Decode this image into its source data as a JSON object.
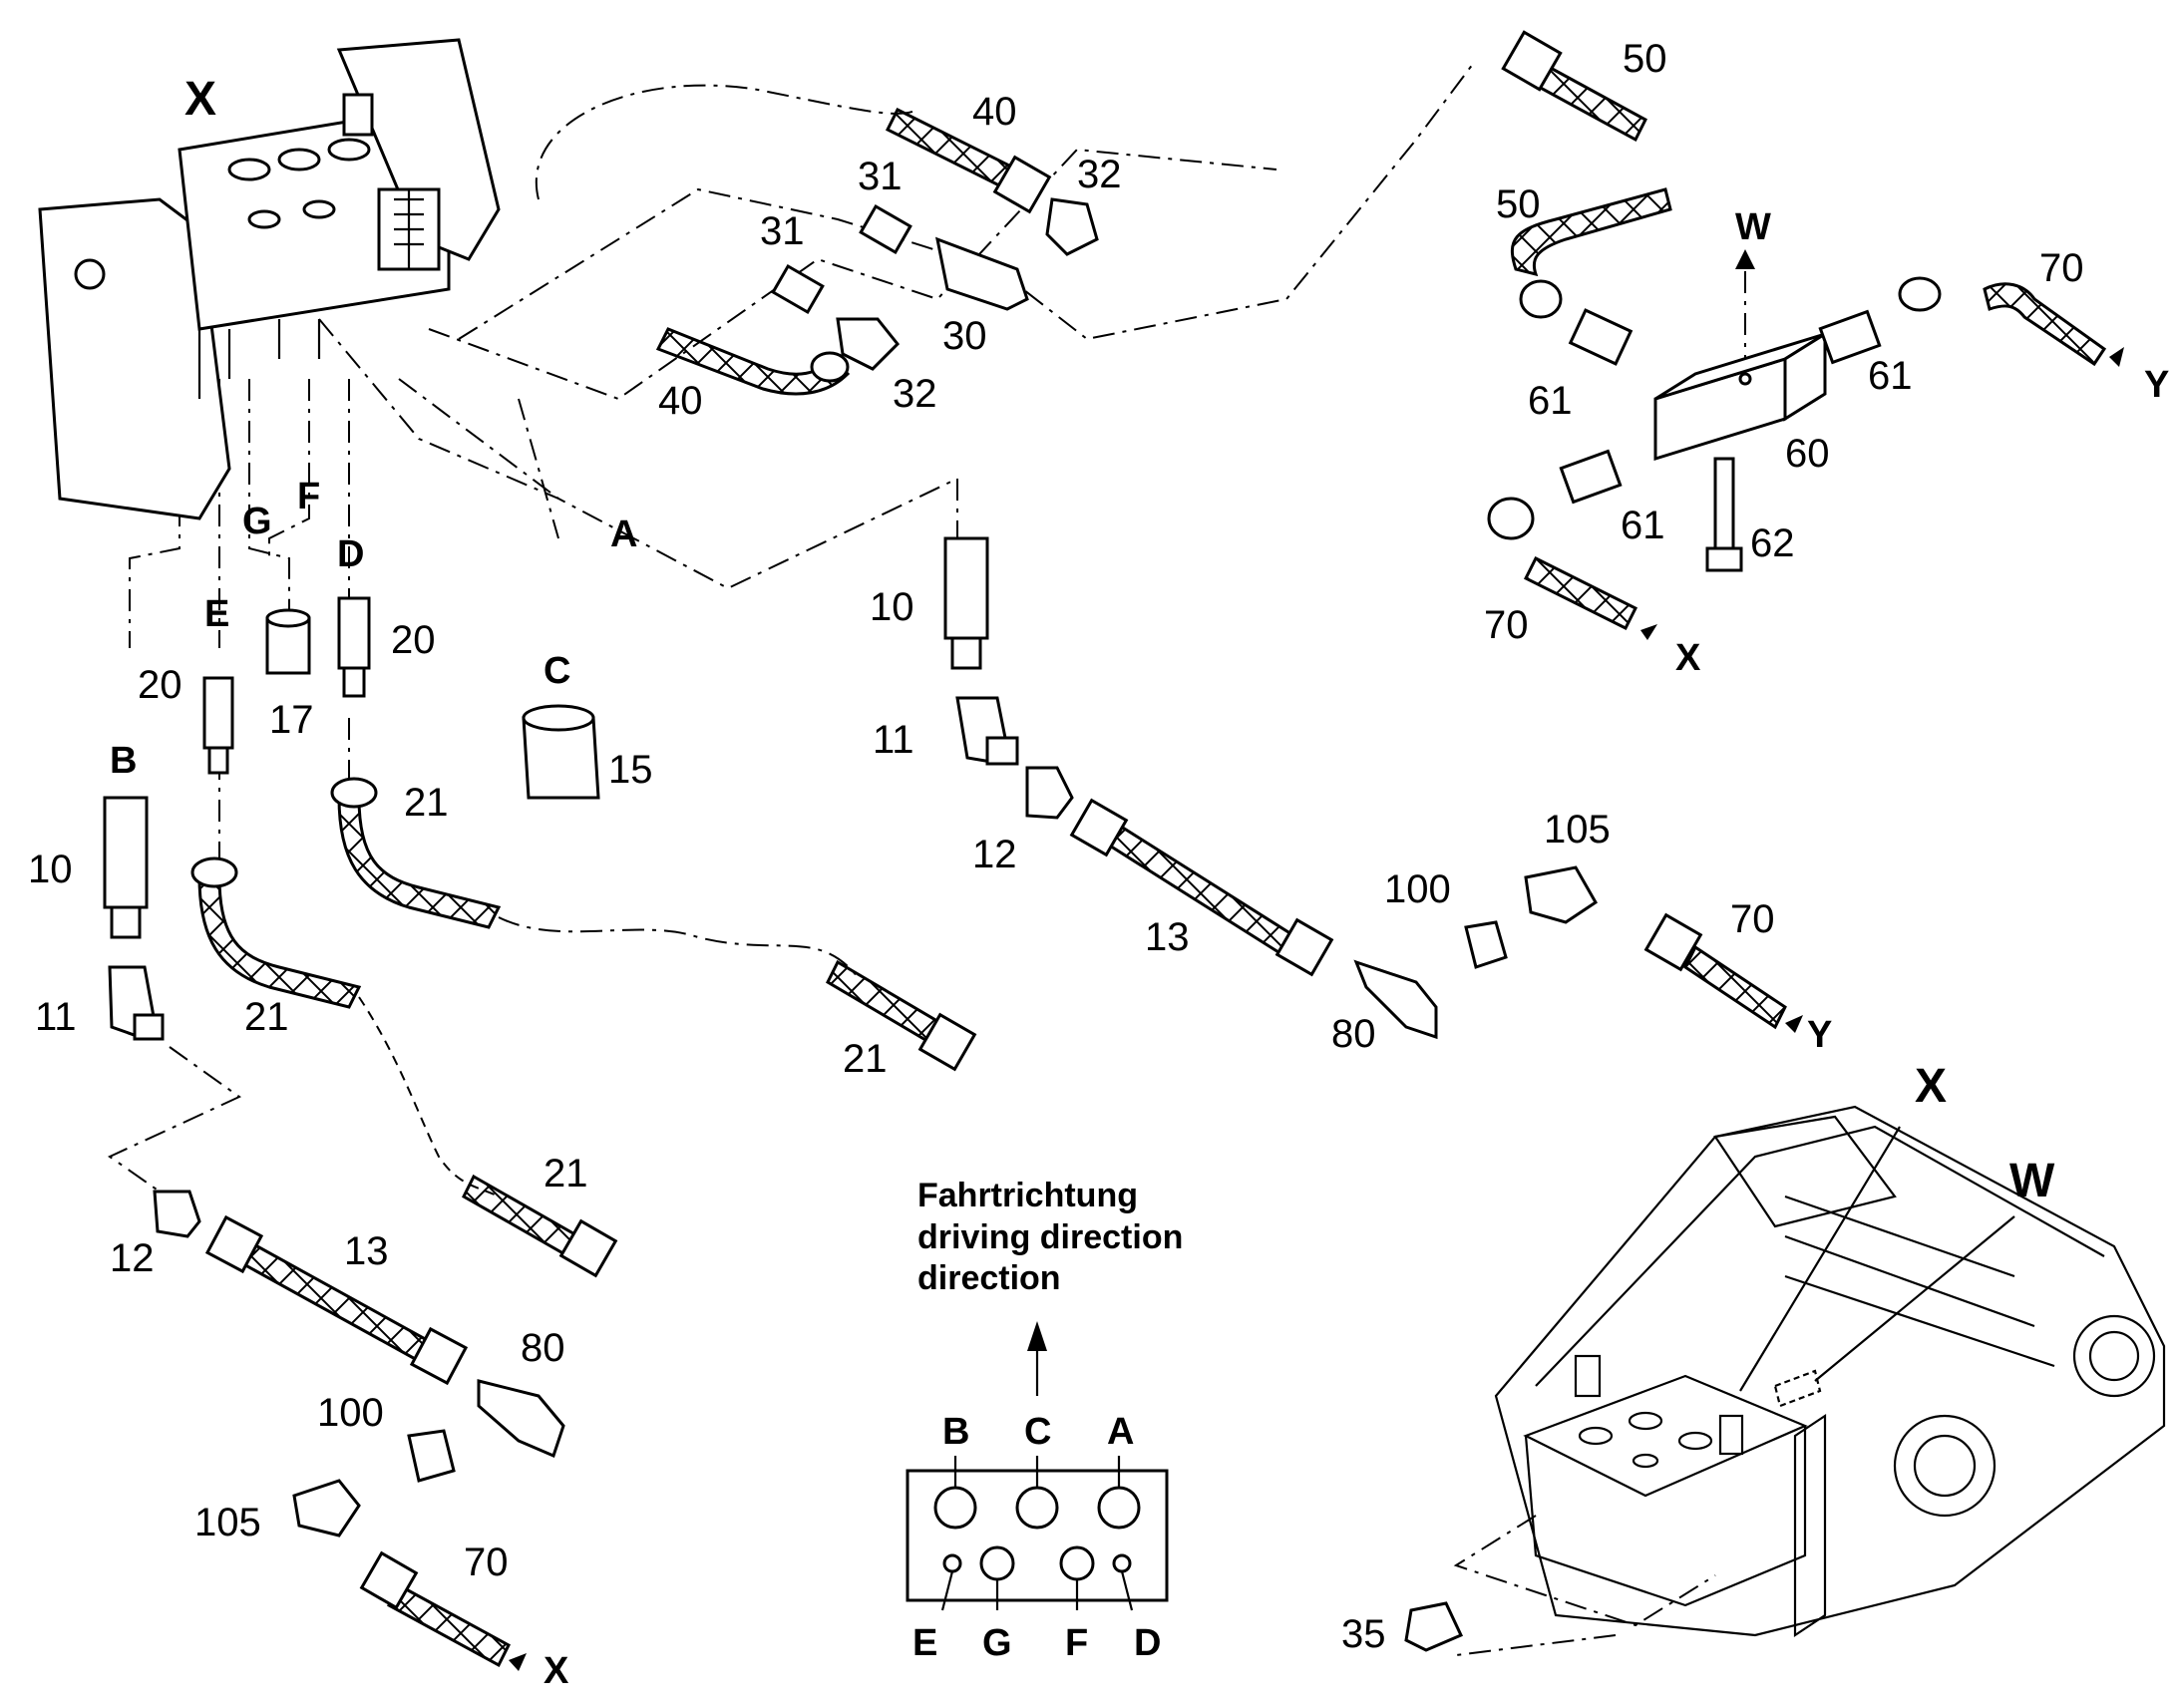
{
  "callouts": {
    "n10": "10",
    "n11": "11",
    "n12": "12",
    "n13": "13",
    "n15": "15",
    "n17": "17",
    "n20": "20",
    "n21": "21",
    "n30": "30",
    "n31": "31",
    "n32": "32",
    "n35": "35",
    "n40": "40",
    "n50": "50",
    "n60": "60",
    "n61": "61",
    "n62": "62",
    "n70": "70",
    "n80": "80",
    "n100": "100",
    "n105": "105"
  },
  "ports": {
    "A": "A",
    "B": "B",
    "C": "C",
    "D": "D",
    "E": "E",
    "F": "F",
    "G": "G"
  },
  "views": {
    "X": "X",
    "W": "W",
    "Y": "Y"
  },
  "direction_caption": {
    "line1": "Fahrtrichtung",
    "line2": "driving direction",
    "line3": "direction"
  }
}
